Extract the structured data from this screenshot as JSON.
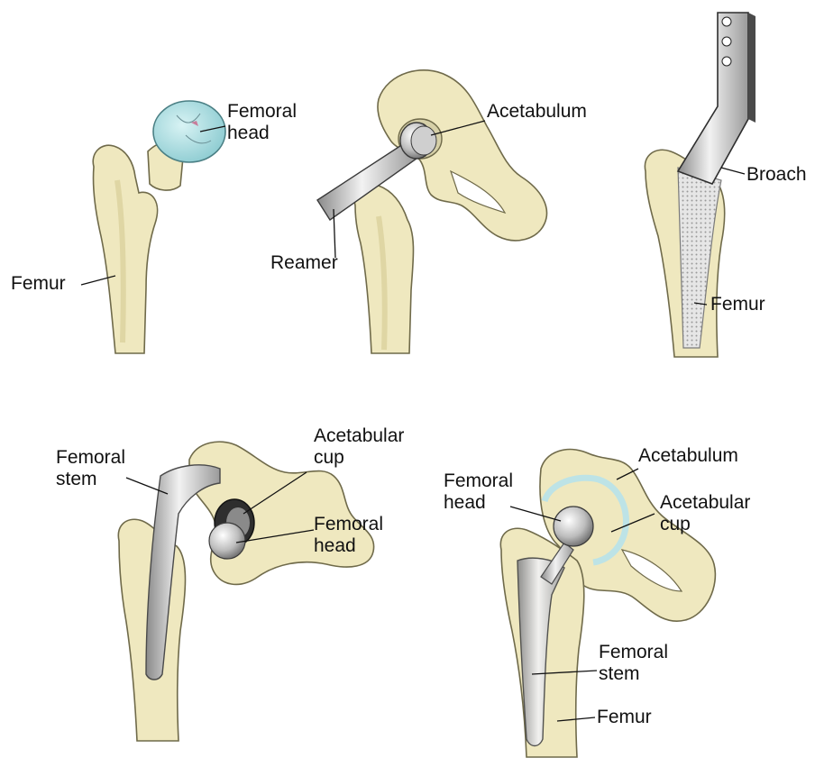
{
  "colors": {
    "bone": "#efe8bf",
    "bone_edge": "#6f6a4a",
    "bone_shade": "#d9cf98",
    "femoral_head_old": "#a8dde0",
    "metal_light": "#e3e3e3",
    "metal_mid": "#b8b8b8",
    "metal_dark": "#5d5d5d",
    "leader": "#111111"
  },
  "panels": [
    {
      "id": "removal",
      "labels": {
        "femoral_head": "Femoral\nhead",
        "femur": "Femur"
      }
    },
    {
      "id": "reaming",
      "labels": {
        "acetabulum": "Acetabulum",
        "reamer": "Reamer"
      }
    },
    {
      "id": "broaching",
      "labels": {
        "broach": "Broach",
        "femur": "Femur"
      }
    },
    {
      "id": "implants",
      "labels": {
        "femoral_stem": "Femoral\nstem",
        "acetabular_cup": "Acetabular\ncup",
        "femoral_head": "Femoral\nhead"
      }
    },
    {
      "id": "assembled",
      "labels": {
        "acetabulum": "Acetabulum",
        "femoral_head": "Femoral\nhead",
        "acetabular_cup": "Acetabular\ncup",
        "femoral_stem": "Femoral\nstem",
        "femur": "Femur"
      }
    }
  ]
}
